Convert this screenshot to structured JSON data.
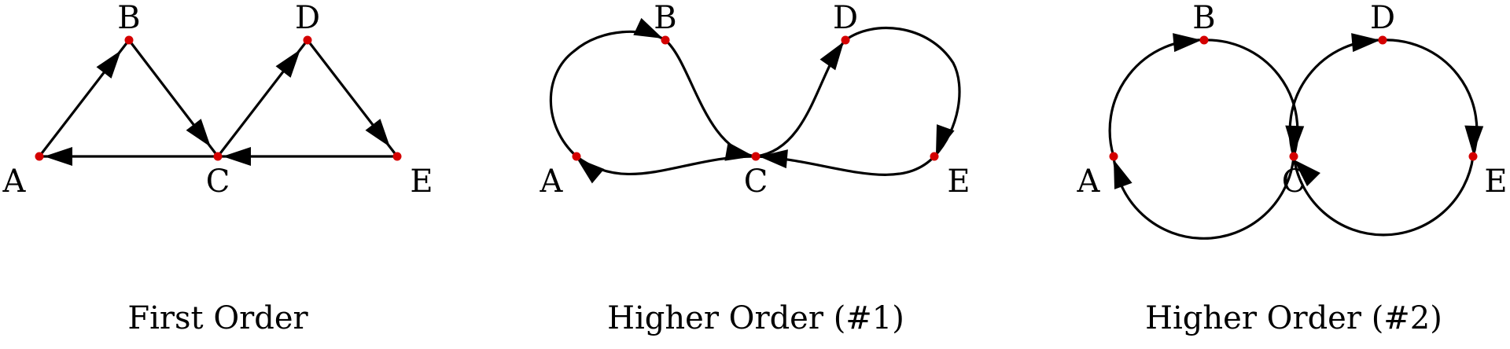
{
  "colors": {
    "node": "#d40000",
    "edge": "#000000",
    "background": "#ffffff"
  },
  "diagrams": [
    {
      "caption": "First Order",
      "nodes": [
        {
          "id": "A",
          "label": "A"
        },
        {
          "id": "B",
          "label": "B"
        },
        {
          "id": "C",
          "label": "C"
        },
        {
          "id": "D",
          "label": "D"
        },
        {
          "id": "E",
          "label": "E"
        }
      ],
      "edges": [
        [
          "A",
          "B"
        ],
        [
          "B",
          "C"
        ],
        [
          "C",
          "D"
        ],
        [
          "D",
          "E"
        ],
        [
          "E",
          "C"
        ],
        [
          "C",
          "A"
        ]
      ]
    },
    {
      "caption": "Higher Order (#1)",
      "nodes": [
        {
          "id": "A",
          "label": "A"
        },
        {
          "id": "B",
          "label": "B"
        },
        {
          "id": "C",
          "label": "C"
        },
        {
          "id": "D",
          "label": "D"
        },
        {
          "id": "E",
          "label": "E"
        }
      ],
      "edges": [
        [
          "A",
          "B"
        ],
        [
          "B",
          "C"
        ],
        [
          "C",
          "D"
        ],
        [
          "D",
          "E"
        ],
        [
          "E",
          "C"
        ],
        [
          "C",
          "A"
        ]
      ]
    },
    {
      "caption": "Higher Order (#2)",
      "nodes": [
        {
          "id": "A",
          "label": "A"
        },
        {
          "id": "B",
          "label": "B"
        },
        {
          "id": "C",
          "label": "C"
        },
        {
          "id": "D",
          "label": "D"
        },
        {
          "id": "E",
          "label": "E"
        }
      ],
      "edges": [
        [
          "A",
          "B"
        ],
        [
          "B",
          "C"
        ],
        [
          "C",
          "D"
        ],
        [
          "D",
          "E"
        ],
        [
          "E",
          "C"
        ],
        [
          "C",
          "A"
        ]
      ]
    }
  ]
}
